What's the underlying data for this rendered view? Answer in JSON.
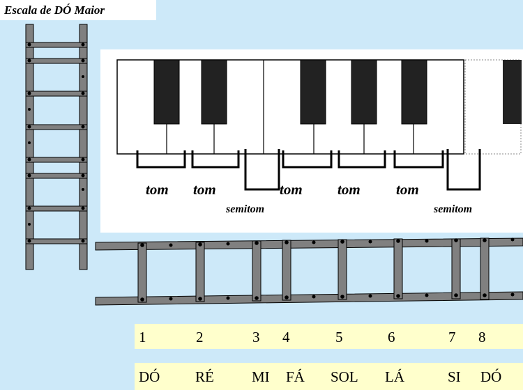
{
  "title": "Escala de DÓ Maior",
  "intervals": [
    {
      "label": "tom",
      "kind": "tom"
    },
    {
      "label": "tom",
      "kind": "tom"
    },
    {
      "label": "semitom",
      "kind": "semi"
    },
    {
      "label": "tom",
      "kind": "tom"
    },
    {
      "label": "tom",
      "kind": "tom"
    },
    {
      "label": "tom",
      "kind": "tom"
    },
    {
      "label": "semitom",
      "kind": "semi"
    }
  ],
  "degrees": [
    "1",
    "2",
    "3",
    "4",
    "5",
    "6",
    "7",
    "8"
  ],
  "notes": [
    "DÓ",
    "RÉ",
    "MI",
    "FÁ",
    "SOL",
    "LÁ",
    "SI",
    "DÓ"
  ],
  "colors": {
    "background": "#cde9f9",
    "ladder": "#808080",
    "band": "#ffffcc",
    "black_key": "#222222"
  }
}
